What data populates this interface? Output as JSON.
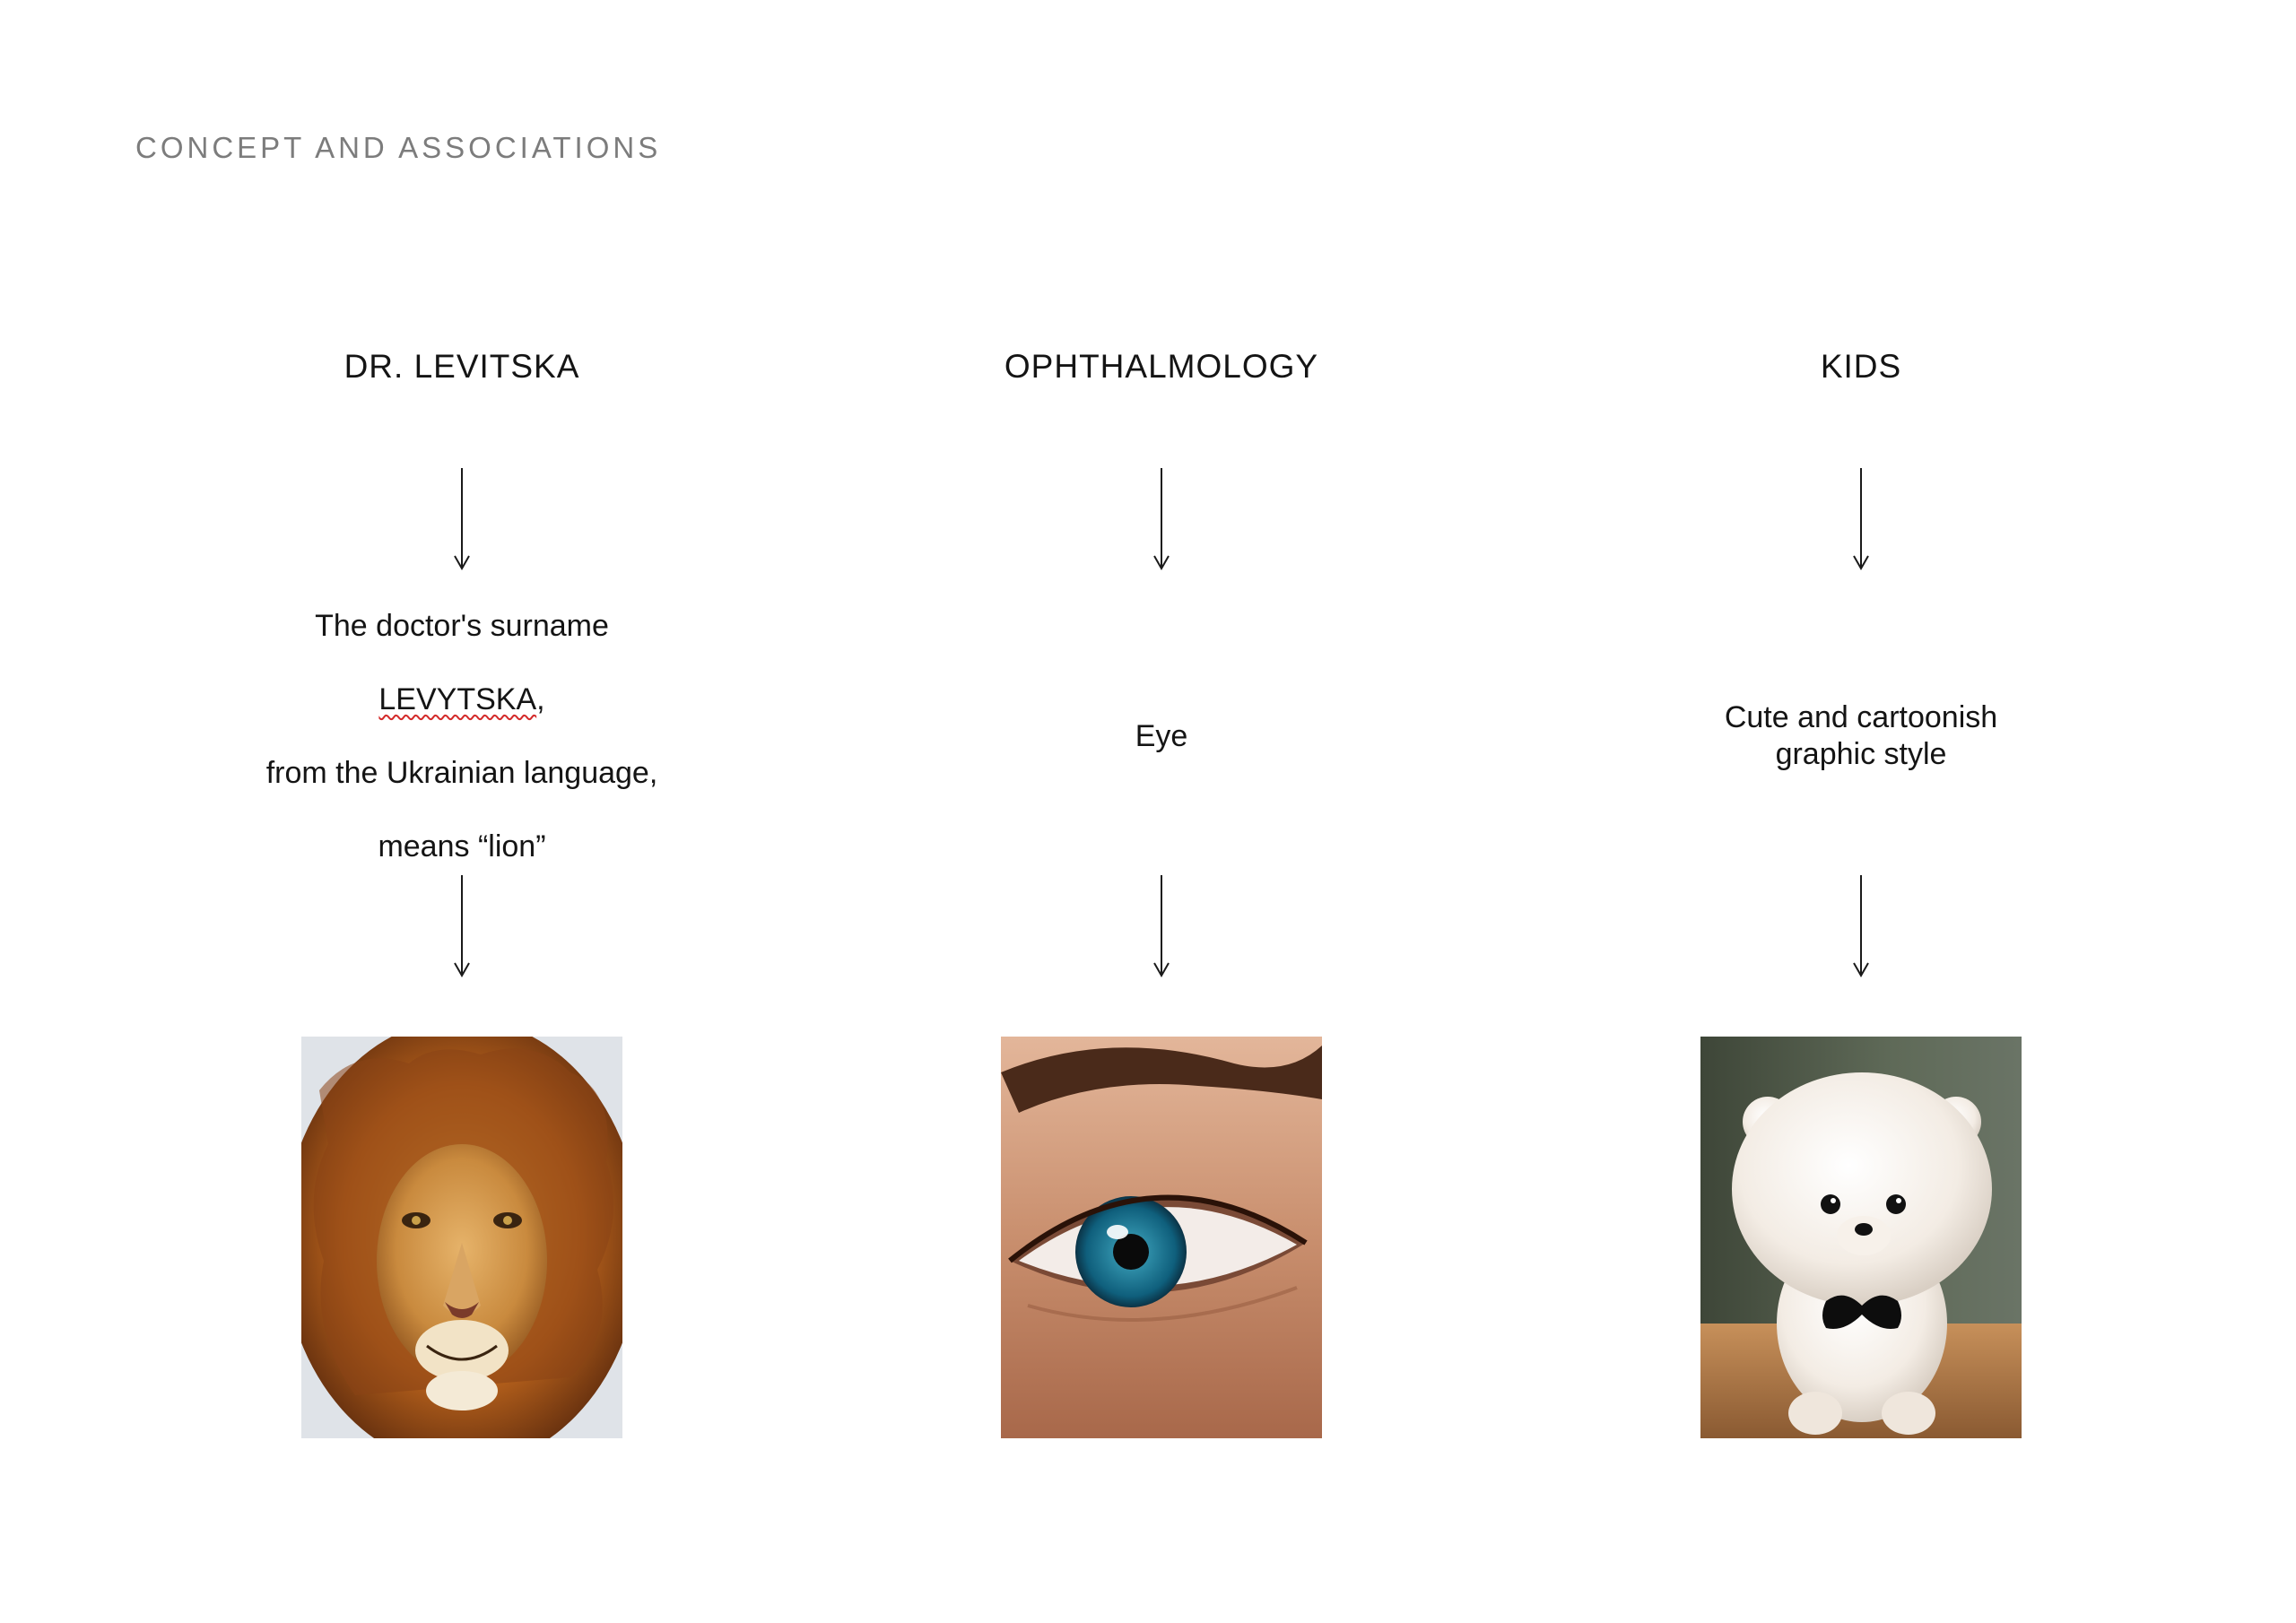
{
  "page": {
    "heading": "CONCEPT AND ASSOCIATIONS"
  },
  "columns": [
    {
      "title": "DR. LEVITSKA",
      "description": {
        "line1": "The doctor's surname",
        "line2_marked": "LEVYTSKA",
        "line2_rest": ",",
        "line3": "from the Ukrainian language,",
        "line4": "means “lion”"
      },
      "image": {
        "subject": "lion-photo"
      }
    },
    {
      "title": "OPHTHALMOLOGY",
      "description": {
        "text": "Eye"
      },
      "image": {
        "subject": "eye-photo"
      }
    },
    {
      "title": "KIDS",
      "description": {
        "text": "Cute and cartoonish\ngraphic style"
      },
      "image": {
        "subject": "plush-bear-photo"
      }
    }
  ],
  "colors": {
    "heading": "#7c7c7c",
    "text": "#141414",
    "arrow": "#1a1a1a",
    "spellcheck": "#d42a2a"
  }
}
